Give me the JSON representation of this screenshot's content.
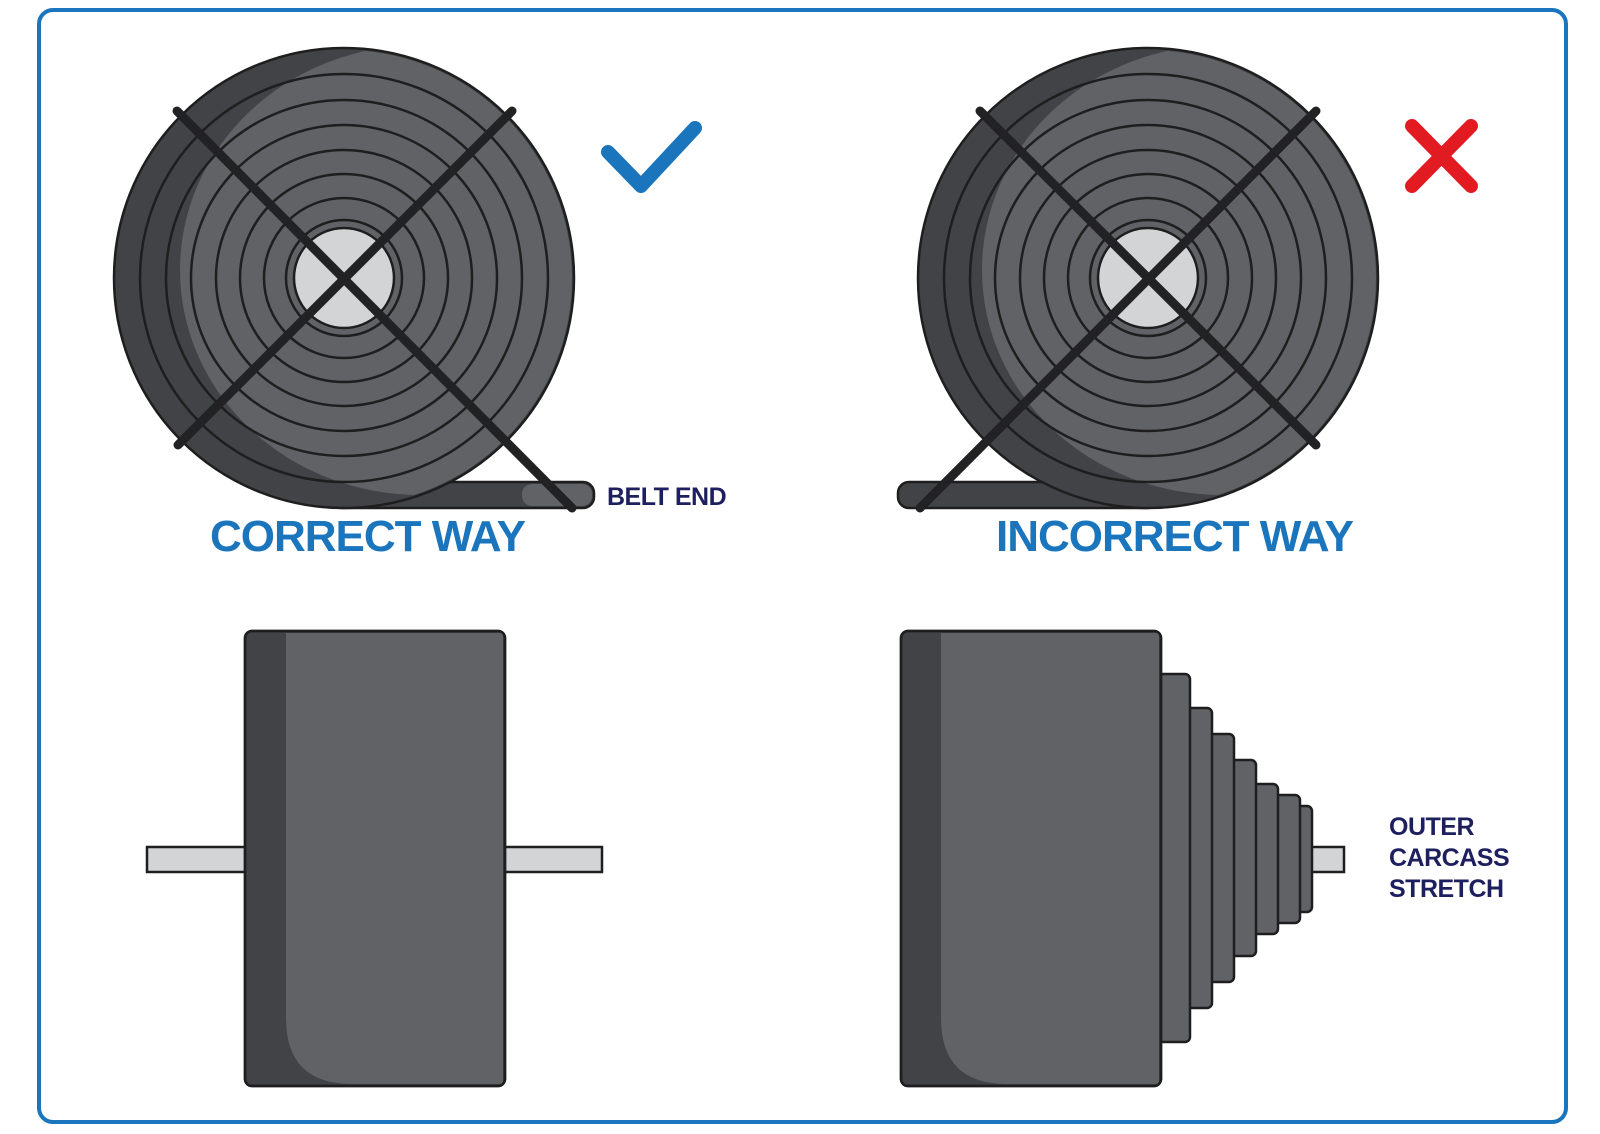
{
  "panels": {
    "correct": {
      "title": "CORRECT WAY",
      "mark": "check-icon",
      "mark_color": "#1a75bc"
    },
    "incorrect": {
      "title": "INCORRECT WAY",
      "mark": "cross-icon",
      "mark_color": "#e21b23"
    }
  },
  "labels": {
    "belt_end": "BELT END",
    "outer_carcass": [
      "OUTER",
      "CARCASS",
      "STRETCH"
    ]
  },
  "colors": {
    "frame": "#1a75bc",
    "roll_dark": "#424347",
    "roll_face": "#616266",
    "roll_shadow": "#4f5054",
    "core": "#d3d4d6",
    "outline": "#1e1e1e",
    "text_dark": "#1e1f5e"
  }
}
